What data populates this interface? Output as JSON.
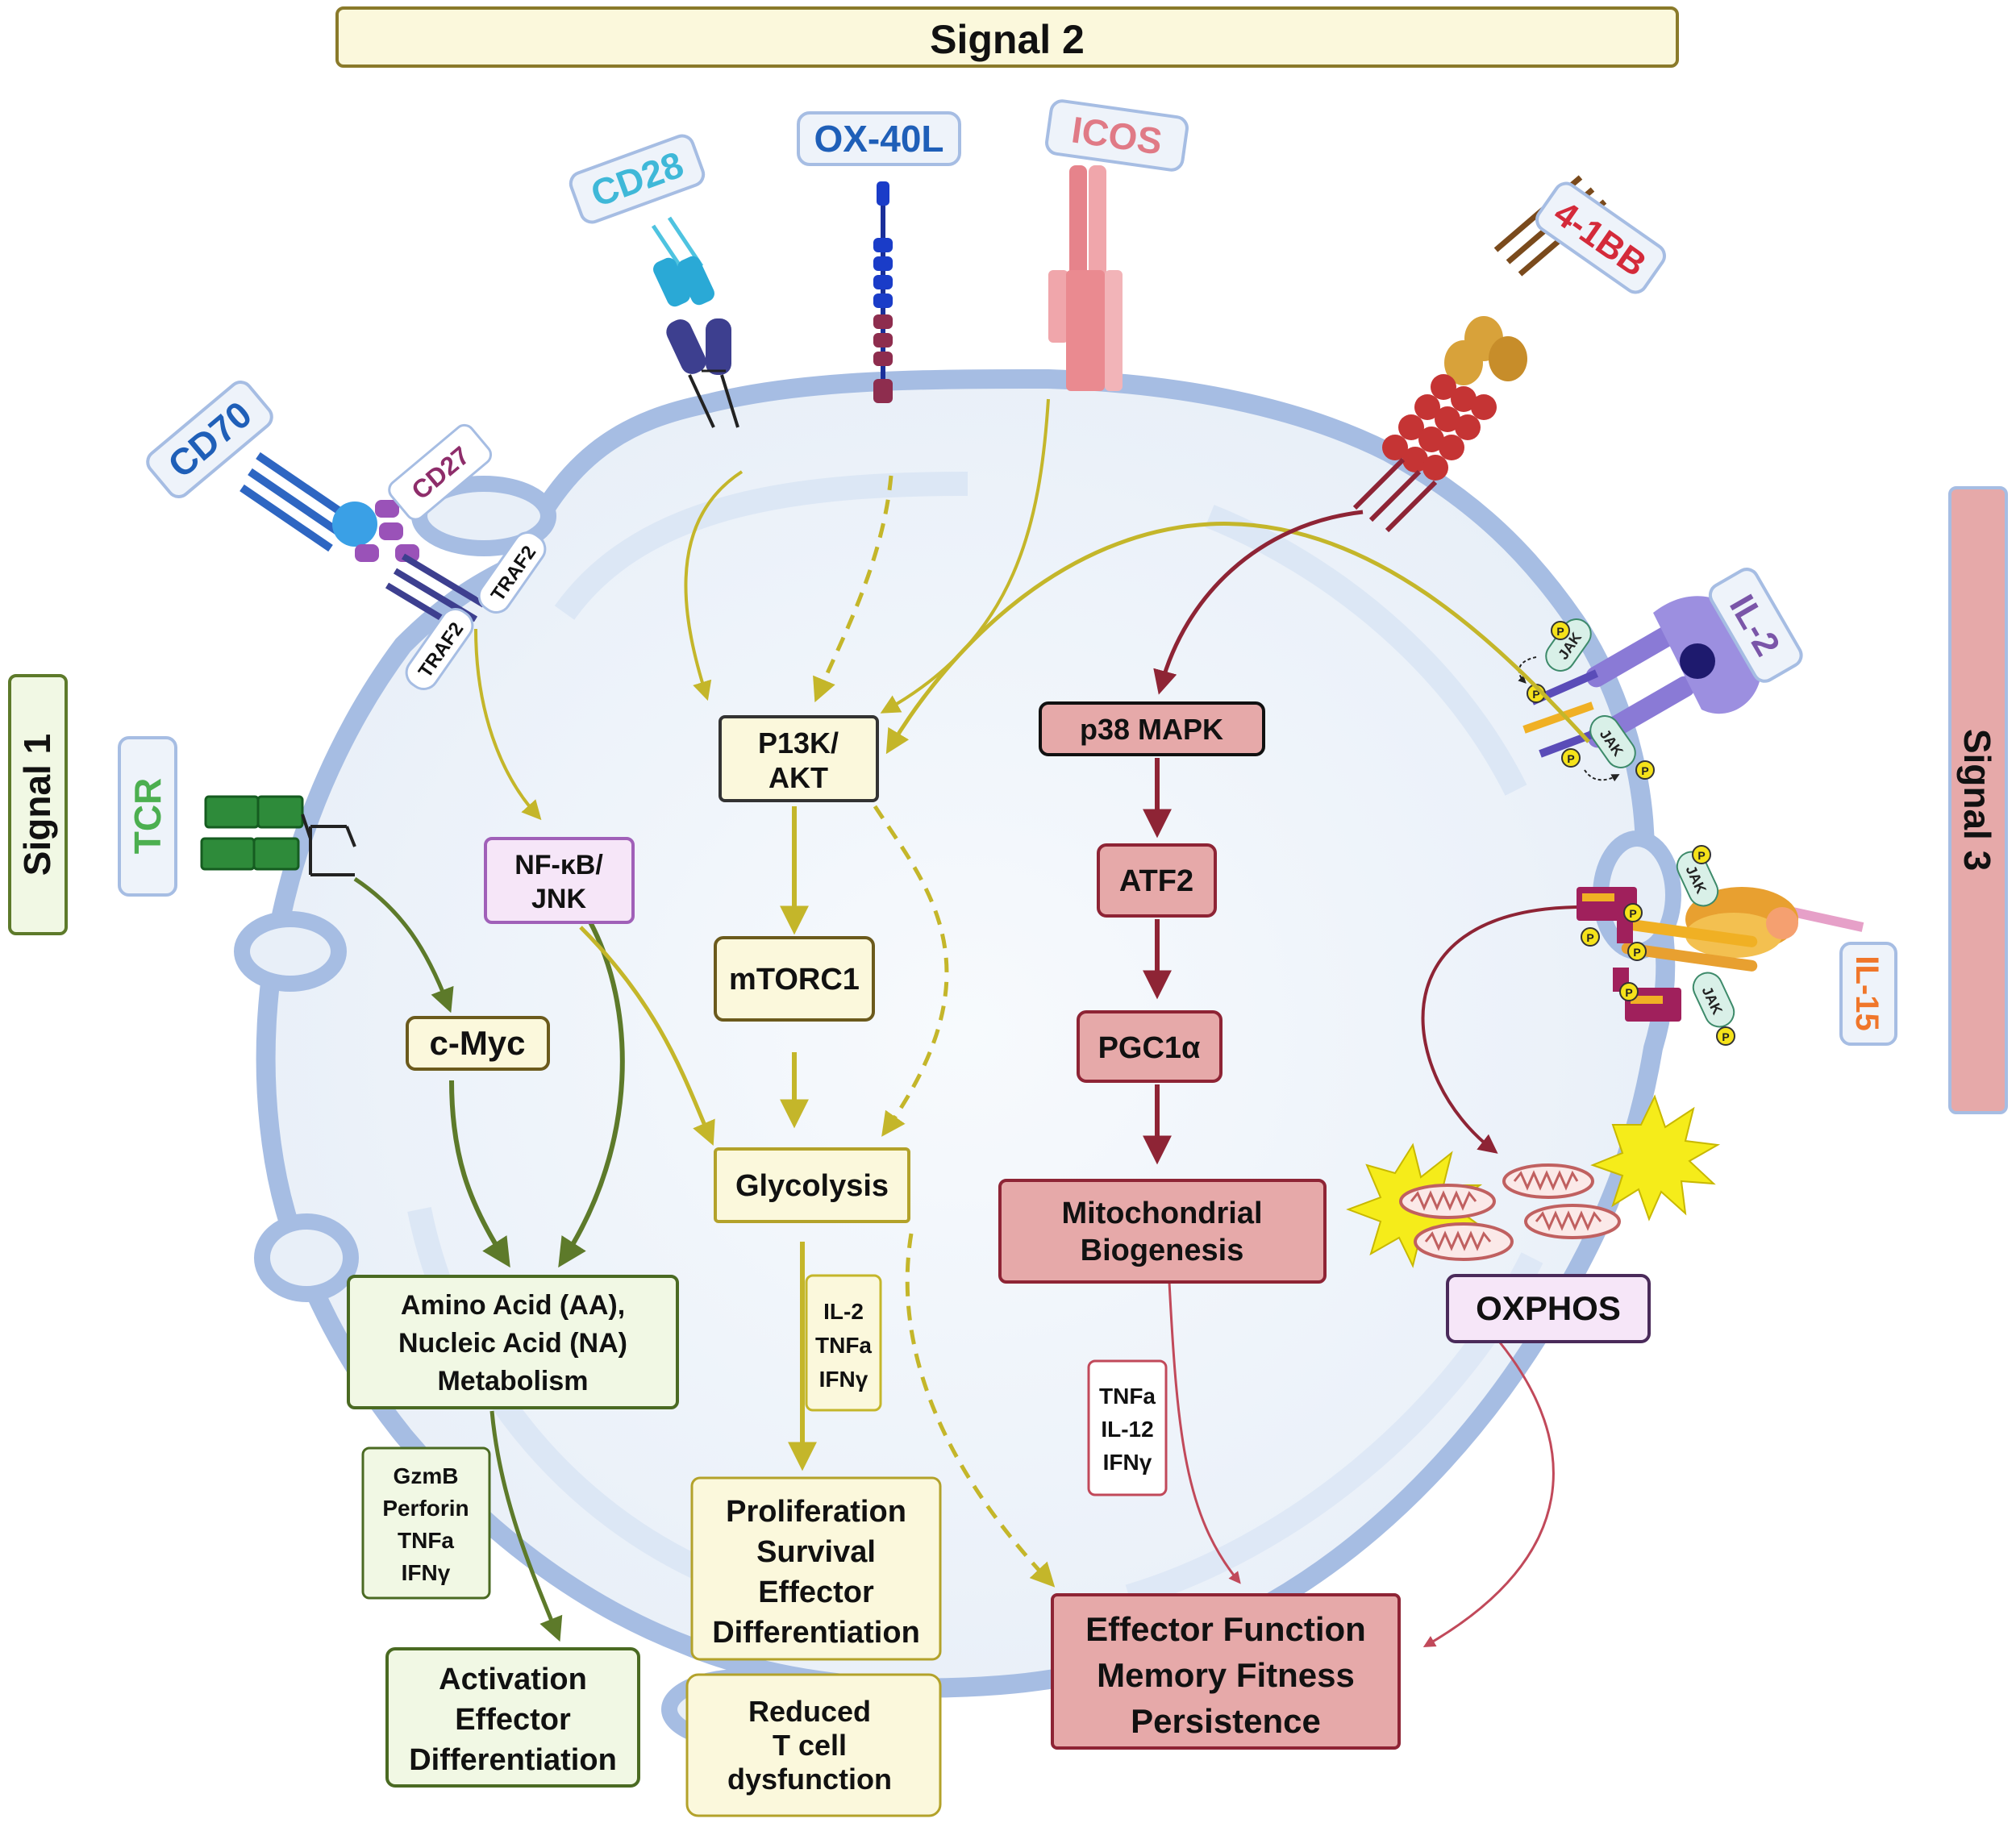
{
  "signals": {
    "signal1": "Signal 1",
    "signal2": "Signal 2",
    "signal3": "Signal 3"
  },
  "receptors": {
    "cd70": "CD70",
    "cd27": "CD27",
    "traf2_a": "TRAF2",
    "traf2_b": "TRAF2",
    "tcr": "TCR",
    "cd28": "CD28",
    "ox40l": "OX-40L",
    "icos": "ICOS",
    "four1bb": "4-1BB",
    "il2": "IL-2",
    "il15": "IL-15",
    "jak": "JAK",
    "p": "P"
  },
  "nodes": {
    "cmyc": "c-Myc",
    "nfkb": [
      "NF-κB/",
      "JNK"
    ],
    "pi3k": [
      "P13K/",
      "AKT"
    ],
    "mtorc1": "mTORC1",
    "glycolysis": "Glycolysis",
    "p38": "p38 MAPK",
    "atf2": "ATF2",
    "pgc1a": "PGC1α",
    "mito": [
      "Mitochondrial",
      "Biogenesis"
    ],
    "oxphos": "OXPHOS",
    "aa_na": [
      "Amino Acid (AA),",
      "Nucleic Acid (NA)",
      "Metabolism"
    ]
  },
  "cytokines": {
    "green": [
      "GzmB",
      "Perforin",
      "TNFa",
      "IFNγ"
    ],
    "yellow": [
      "IL-2",
      "TNFa",
      "IFNγ"
    ],
    "red": [
      "TNFa",
      "IL-12",
      "IFNγ"
    ]
  },
  "outcomes": {
    "activation": [
      "Activation",
      "Effector",
      "Differentiation"
    ],
    "proliferation": [
      "Proliferation",
      "Survival",
      "Effector",
      "Differentiation"
    ],
    "reduced": [
      "Reduced",
      "T cell",
      "dysfunction"
    ],
    "effector": [
      "Effector Function",
      "Memory Fitness",
      "Persistence"
    ]
  },
  "colors": {
    "membrane": "#a6bde3",
    "green_path": "#5d7a2a",
    "yellow_path": "#c4b62a",
    "red_path": "#8e2435",
    "signal1_fill": "#f1f8e4",
    "signal2_fill": "#fbf8dc",
    "signal3_fill": "#e6a9a9"
  }
}
